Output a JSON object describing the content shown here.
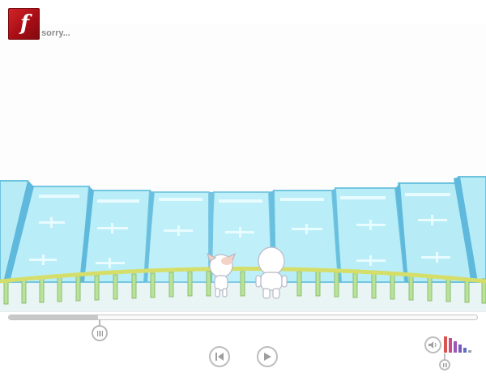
{
  "header": {
    "logo_icon": "flash-player-icon",
    "logo_letter": "f",
    "status_text": "sorry..."
  },
  "player": {
    "progress_fraction": 0.19,
    "volume_level_fraction": 0.7,
    "controls": {
      "rewind_icon": "skip-to-start-icon",
      "play_icon": "play-icon",
      "volume_icon": "speaker-icon"
    },
    "colors": {
      "volume_bars": [
        "#d9534f",
        "#c94b8a",
        "#9b59b6",
        "#7e57c2",
        "#5e6fbf",
        "#9aa0b5"
      ],
      "glass": "#b7ecf6",
      "railing": "#d6de6a"
    }
  }
}
